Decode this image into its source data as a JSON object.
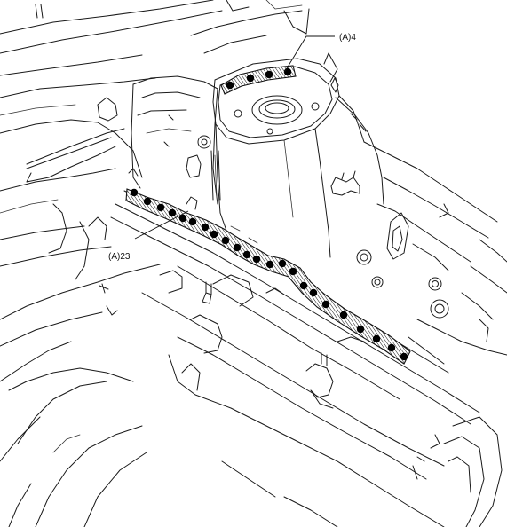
{
  "callouts": [
    {
      "id": "upper",
      "label": "(A)4",
      "spot_count": 4
    },
    {
      "id": "lower",
      "label": "(A)23",
      "spot_count": 23
    }
  ]
}
